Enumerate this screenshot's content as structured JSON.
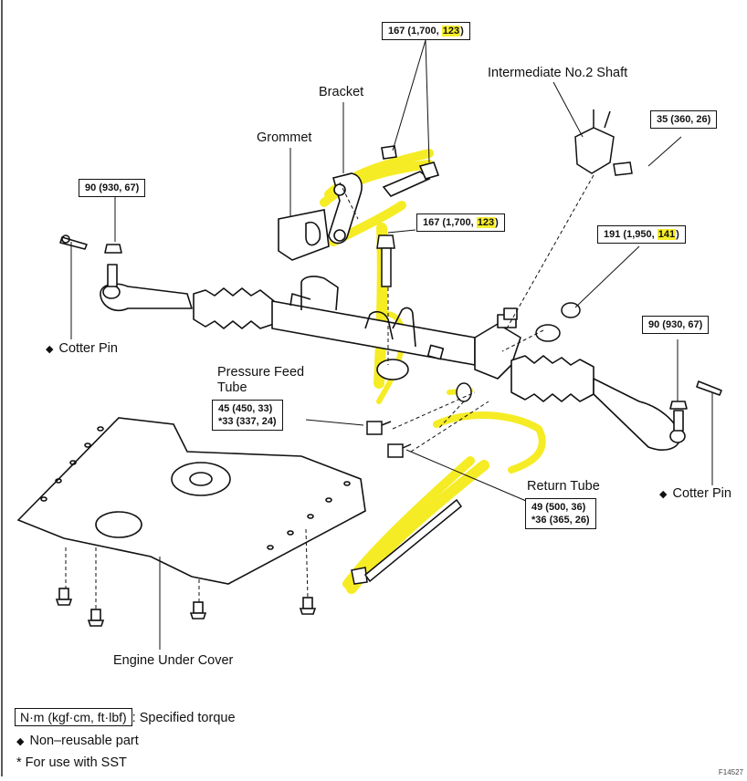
{
  "torque_specs": {
    "bracket_bolt": {
      "prefix": "167 (1,700, ",
      "highlight": "123",
      "suffix": ")"
    },
    "shaft_bolt": {
      "prefix": "35 (360, 26)",
      "highlight": "",
      "suffix": ""
    },
    "tie_rod_left": {
      "prefix": "90 (930, 67)",
      "highlight": "",
      "suffix": ""
    },
    "rack_bolt": {
      "prefix": "167 (1,700, ",
      "highlight": "123",
      "suffix": ")"
    },
    "rack_nut": {
      "prefix": "191 (1,950, ",
      "highlight": "141",
      "suffix": ")"
    },
    "tie_rod_right": {
      "prefix": "90 (930, 67)",
      "highlight": "",
      "suffix": ""
    },
    "pressure_feed": {
      "line1": "45 (450, 33)",
      "line2": "*33 (337, 24)"
    },
    "return_tube": {
      "line1": "49 (500, 36)",
      "line2": "*36 (365, 26)"
    }
  },
  "part_labels": {
    "intermediate_shaft": "Intermediate No.2 Shaft",
    "bracket": "Bracket",
    "grommet": "Grommet",
    "cotter_pin_left": "Cotter Pin",
    "cotter_pin_right": "Cotter Pin",
    "pressure_feed_tube_line1": "Pressure Feed",
    "pressure_feed_tube_line2": "Tube",
    "return_tube": "Return Tube",
    "engine_under_cover": "Engine Under Cover"
  },
  "legend": {
    "unit": "N·m (kgf·cm, ft·lbf)",
    "unit_desc": ": Specified torque",
    "non_reusable_symbol": "◆",
    "non_reusable": "Non–reusable part",
    "sst_note": "* For use with SST"
  },
  "figure_id": "F14527",
  "colors": {
    "highlight": "#f7ee2a",
    "line": "#111111"
  }
}
